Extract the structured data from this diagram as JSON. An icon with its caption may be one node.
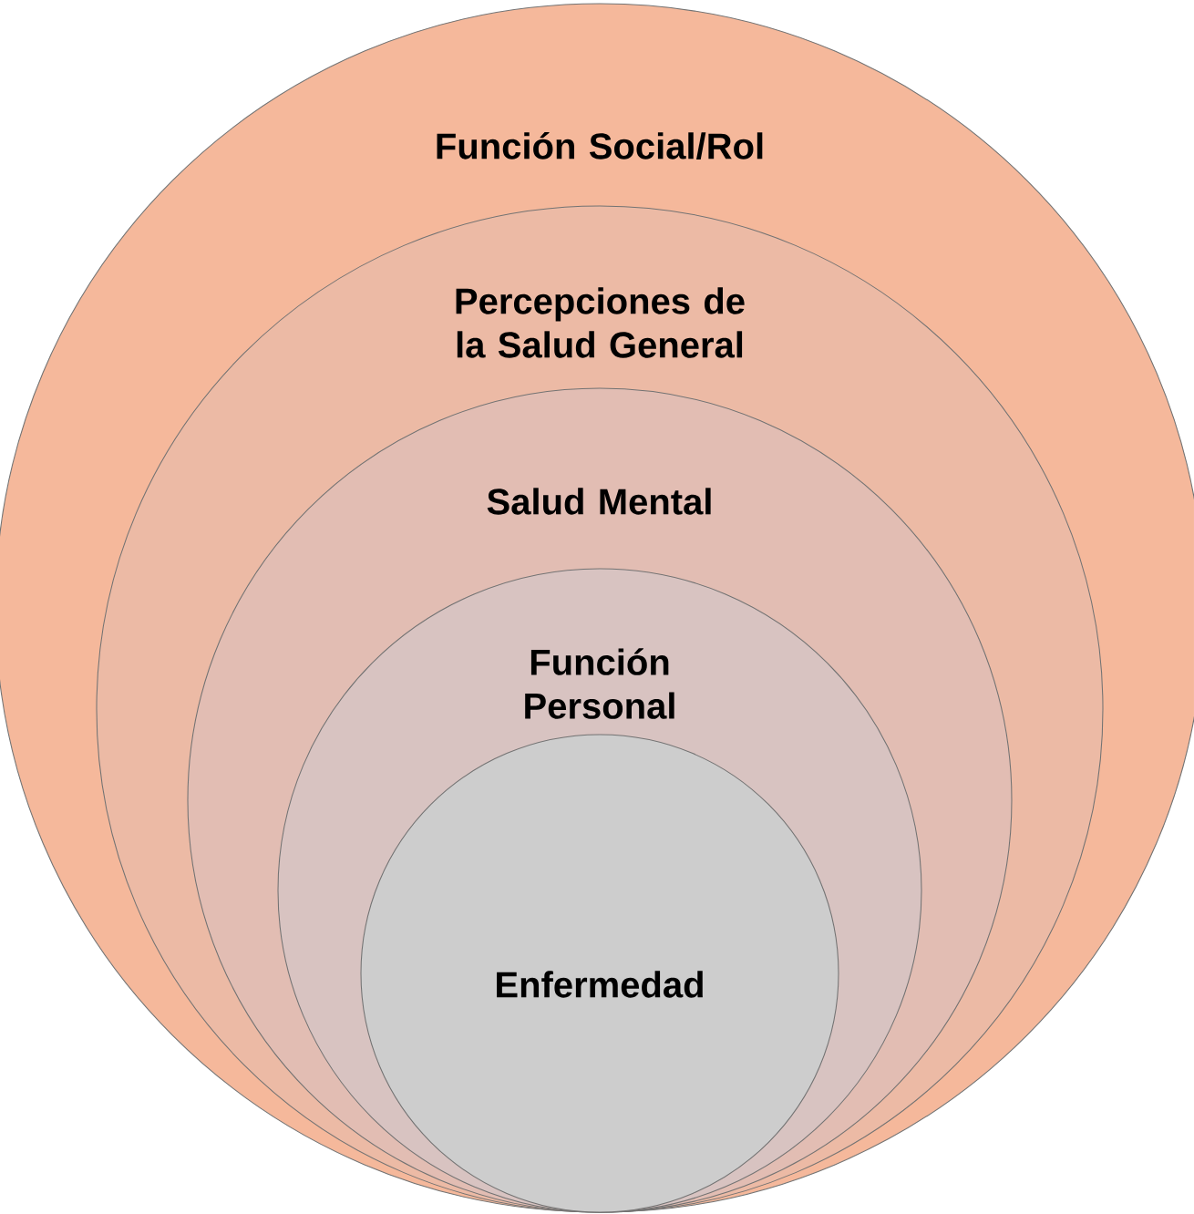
{
  "diagram": {
    "nodes": [
      {
        "text": [
          "Función Social/Rol"
        ]
      },
      {
        "text": [
          "Percepciones de la Salud General"
        ],
        "in": 0
      },
      {
        "text": [
          "Salud Mental"
        ],
        "in": 1
      },
      {
        "text": [
          "Función Personal"
        ],
        "in": 2
      },
      {
        "text": [
          "Enfermedad"
        ],
        "in": 3
      }
    ]
  }
}
